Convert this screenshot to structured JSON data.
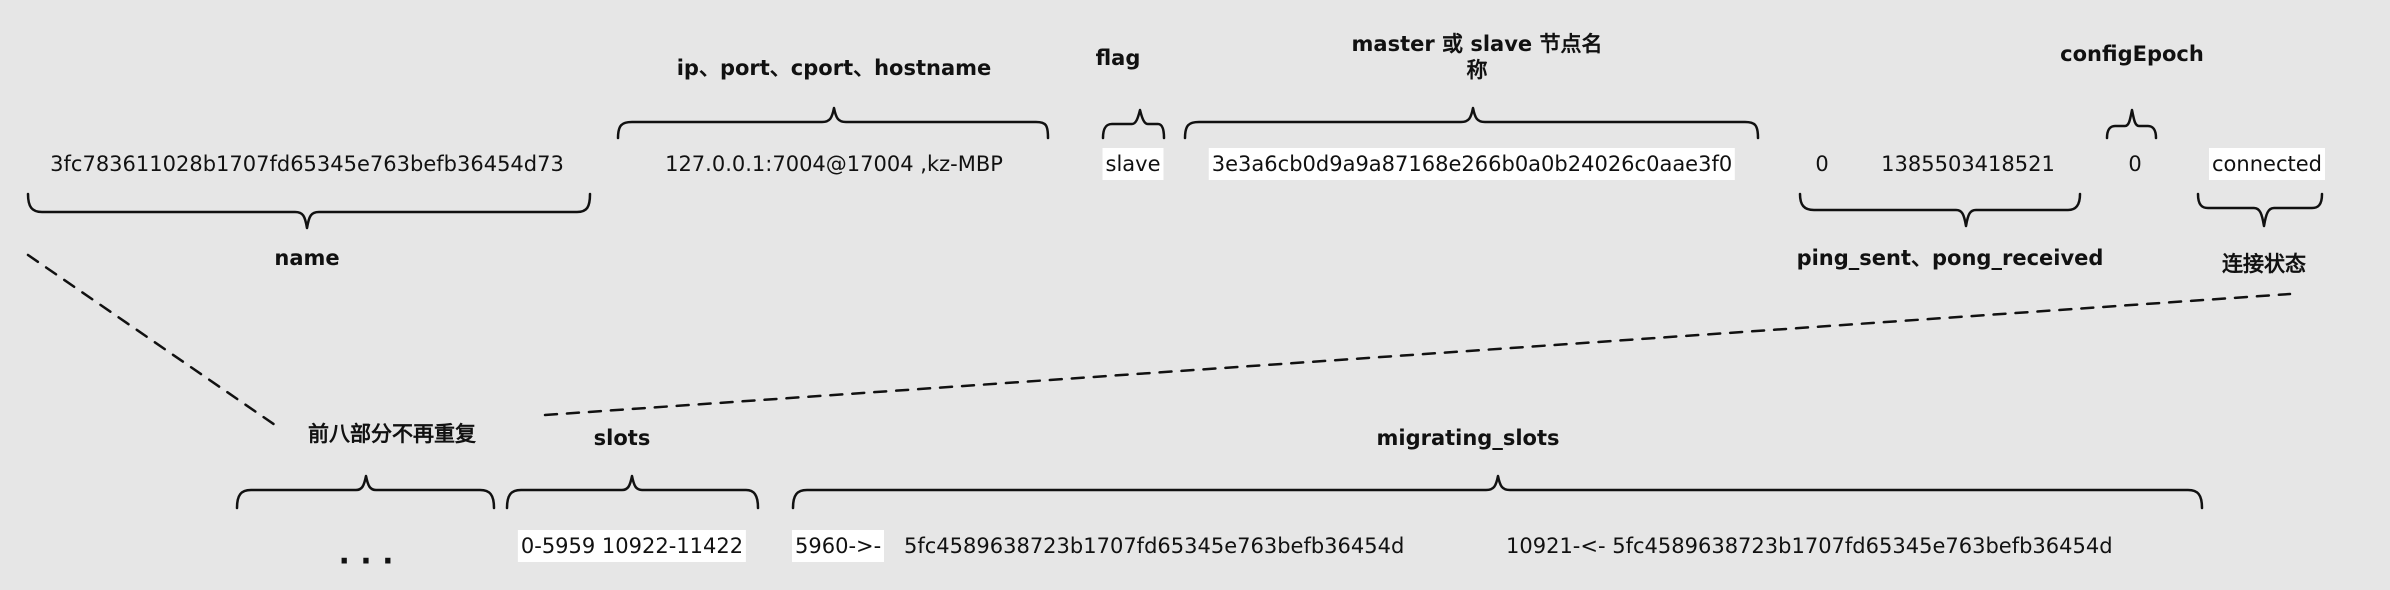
{
  "row1": {
    "name_value": "3fc783611028b1707fd65345e763befb36454d73",
    "ip_value": "127.0.0.1:7004@17004 ,kz-MBP",
    "flag_value": "slave",
    "master_value": "3e3a6cb0d9a9a87168e266b0a0b24026c0aae3f0",
    "ping_value": "0",
    "pong_value": "1385503418521",
    "epoch_value": "0",
    "state_value": "connected"
  },
  "labels": {
    "ip": "ip、port、cport、hostname",
    "flag": "flag",
    "master_line1": "master 或 slave 节点名",
    "master_line2": "称",
    "config_epoch": "configEpoch",
    "name": "name",
    "ping_pong": "ping_sent、pong_received",
    "link_state": "连接状态",
    "prefix_note": "前八部分不再重复",
    "slots": "slots",
    "migrating": "migrating_slots"
  },
  "row2": {
    "ellipsis": "· · ·",
    "slots_value": "0-5959  10922-11422",
    "migrating_value_a": "5960->-",
    "migrating_value_b": "5fc4589638723b1707fd65345e763befb36454d",
    "migrating_value_c": "10921-<-  5fc4589638723b1707fd65345e763befb36454d"
  }
}
